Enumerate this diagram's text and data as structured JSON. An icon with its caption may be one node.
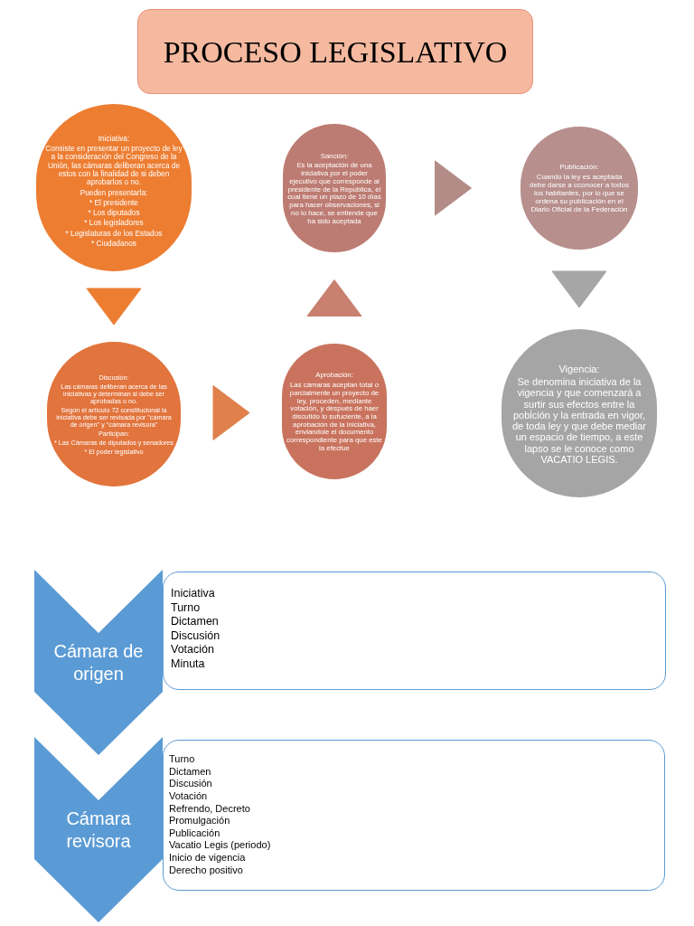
{
  "diagram": {
    "title": "PROCESO LEGISLATIVO",
    "nodes": [
      {
        "text": [
          "Iniciativa:",
          "Consiste en presentar un proyecto de ley a la consideración del Congreso de la Unión, las cámaras deliberan acerca de estos con la finalidad de si deben aprobarlos o no.",
          "Pueden presentarla:",
          "* El presidente",
          "* Los diputados",
          "* Los legisladores",
          "* Legislaturas de los Estados",
          "* Ciudadanos"
        ]
      },
      {
        "text": [
          "Discusión:",
          "Las cámaras deliberan acerca de las iniciativas y determinan si debe ser aprobadas o no.",
          "Según el artículo 72 constitucional la iniciativa debe ser revisada por \"cámara de origen\" y \"cámara revisora\"",
          "Participan:",
          "* Las Cámaras de diputados y senadores",
          "* El poder legislativo"
        ]
      },
      {
        "text": [
          "Aprobación:",
          "Las cámaras aceptan total o parcialmente un proyecto de ley, proceden, mediante votación, y después de haer discutido lo sufuciente, a la aprobación de la iniciativa, enviandole el documento correspondiente para que este la efectue"
        ]
      },
      {
        "text": [
          "Sanción:",
          "Es la aceptación de una iniciativa por el poder ejecutivo que corresponde al presidente de la República, el cual tiene un plazo de 10 días para hacer observaciones, si no lo hace, se entiende que ha sido aceptada"
        ]
      },
      {
        "text": [
          "Publicación:",
          "Cuando la ley es aceptada debe darse a cconocer a todos los habitantes, por lo que se ordena su publicación en el Diario Oficial de la Federación"
        ]
      },
      {
        "text": [
          "Vigencia:",
          "Se denomina iniciativa de la vigencia y que comenzará a surtir sus efectos entre la pobĺción y la entrada en vigor, de toda ley y que debe mediar un espacio de tiempo, a este lapso se le conoce como VACATIO LEGIS."
        ]
      },
      {
        "text": [
          "Cámara de origen"
        ]
      },
      {
        "text": [
          "Iniciativa",
          "Turno",
          "Dictamen",
          "Discusión",
          "Votación",
          "Minuta"
        ]
      },
      {
        "text": [
          "Cámara revisora"
        ]
      },
      {
        "text": [
          "Turno",
          "Dictamen",
          "Discusión",
          "Votación",
          "Refrendo, Decreto",
          "Promulgación",
          "Publicación",
          "Vacatio Legis (periodo)",
          "Inicio de vigencia",
          "Derecho positivo"
        ]
      }
    ],
    "edges": [
      {
        "from": 0,
        "to": 1,
        "arrow": "to",
        "color": "#ed7d31"
      },
      {
        "from": 1,
        "to": 2,
        "arrow": "to",
        "color": "#e0804a"
      },
      {
        "from": 2,
        "to": 3,
        "arrow": "to",
        "color": "#c9806f"
      },
      {
        "from": 3,
        "to": 4,
        "arrow": "to",
        "color": "#b38c87"
      },
      {
        "from": 4,
        "to": 5,
        "arrow": "to",
        "color": "#a6a6a6"
      }
    ]
  }
}
